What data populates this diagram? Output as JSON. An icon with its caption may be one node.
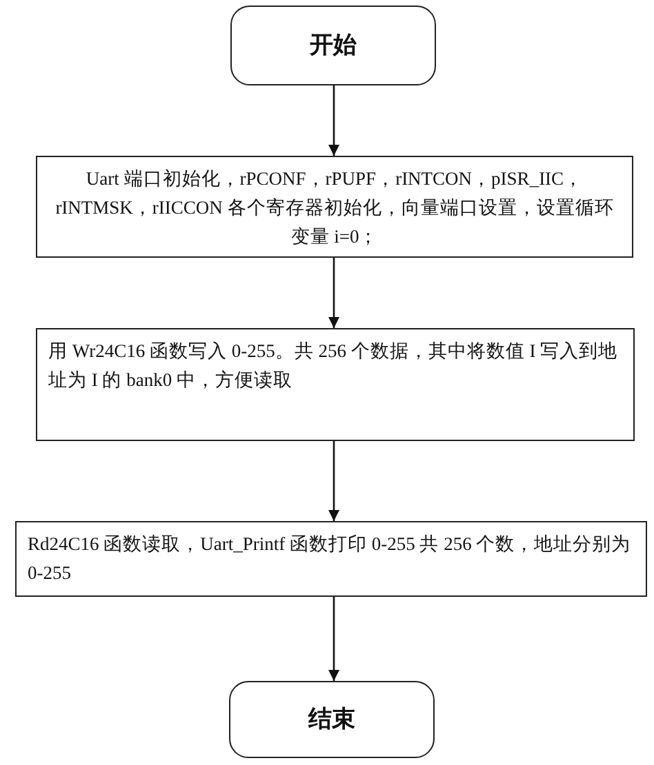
{
  "diagram": {
    "nodes": [
      {
        "text": [
          "开始"
        ]
      },
      {
        "text": [
          "Uart 端口初始化，rPCONF，rPUPF，rINTCON，pISR_IIC，rINTMSK，rIICCON 各个寄存器初始化，向量端口设置，设置循环变量 i=0；"
        ]
      },
      {
        "text": [
          "用 Wr24C16 函数写入 0-255。共 256 个数据，其中将数值 I 写入到地址为 I 的 bank0 中，方便读取"
        ]
      },
      {
        "text": [
          "Rd24C16 函数读取，Uart_Printf 函数打印 0-255 共 256 个数，地址分别为 0-255"
        ]
      },
      {
        "text": [
          "结束"
        ]
      }
    ],
    "edges": [
      {
        "from": 0,
        "to": 1,
        "arrow": "to"
      },
      {
        "from": 1,
        "to": 2,
        "arrow": "to"
      },
      {
        "from": 2,
        "to": 3,
        "arrow": "to"
      },
      {
        "from": 3,
        "to": 4,
        "arrow": "to"
      }
    ]
  }
}
